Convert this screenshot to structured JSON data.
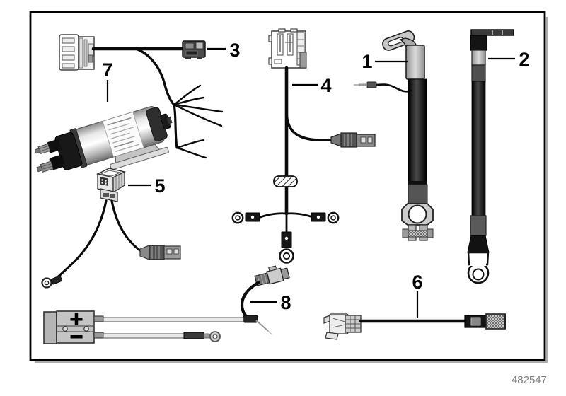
{
  "diagram": {
    "part_number": "482547",
    "callouts": [
      {
        "label": "1"
      },
      {
        "label": "2"
      },
      {
        "label": "3"
      },
      {
        "label": "4"
      },
      {
        "label": "5"
      },
      {
        "label": "6"
      },
      {
        "label": "7"
      },
      {
        "label": "8"
      }
    ],
    "charger_plug": {
      "plus": "+",
      "minus": "−"
    }
  },
  "colors": {
    "frame": "#000000",
    "cable": "#0a0a0a",
    "leader_line": "#000000",
    "metal_light": "#cccccc",
    "metal_mid": "#8a8a8a",
    "metal_dark": "#3a3a3a",
    "part_number_text": "#7d7d7d",
    "background": "#ffffff"
  }
}
